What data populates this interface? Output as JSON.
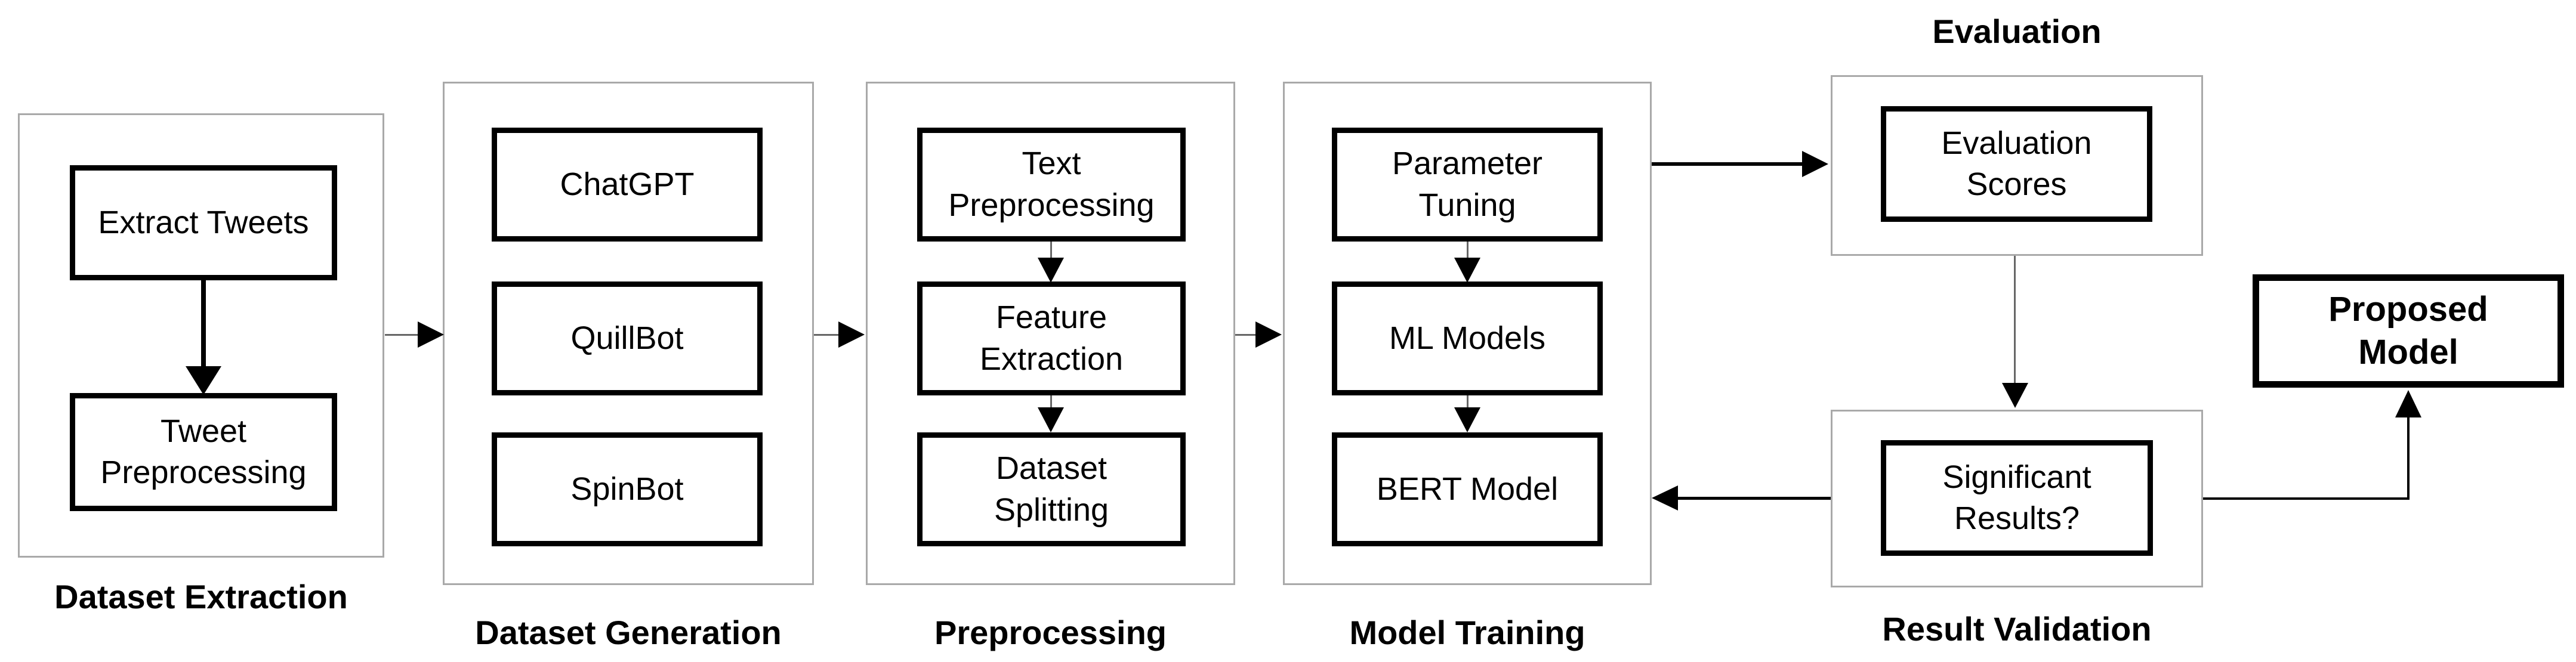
{
  "sections": [
    {
      "label": "Dataset Extraction",
      "boxes": [
        "Extract Tweets",
        "Tweet\nPreprocessing"
      ]
    },
    {
      "label": "Dataset Generation",
      "boxes": [
        "ChatGPT",
        "QuillBot",
        "SpinBot"
      ]
    },
    {
      "label": "Preprocessing",
      "boxes": [
        "Text\nPreprocessing",
        "Feature\nExtraction",
        "Dataset\nSplitting"
      ]
    },
    {
      "label": "Model Training",
      "boxes": [
        "Parameter\nTuning",
        "ML Models",
        "BERT Model"
      ]
    },
    {
      "label": "Evaluation",
      "boxes": [
        "Evaluation\nScores"
      ]
    },
    {
      "label": "Result Validation",
      "boxes": [
        "Significant\nResults?"
      ]
    }
  ],
  "standalone_box": "Proposed\nModel",
  "colors": {
    "background": "#ffffff",
    "container_border": "#a9a9a9",
    "box_border": "#000000",
    "connector": "#666666",
    "connector_strong": "#000000",
    "text": "#000000"
  }
}
